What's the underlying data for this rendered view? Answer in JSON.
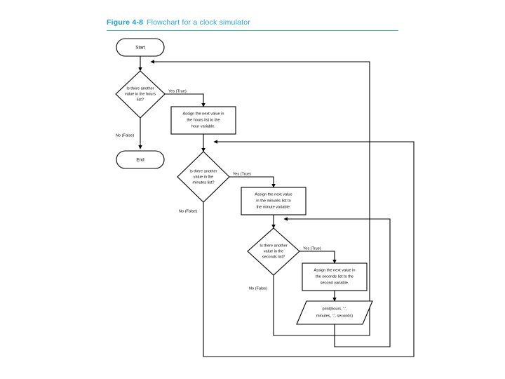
{
  "figure": {
    "label": "Figure 4-8",
    "caption": "Flowchart for a clock simulator",
    "label_color": "#1a9fd4",
    "caption_color": "#2aa8d8",
    "rule_color": "#3bb3de"
  },
  "flowchart": {
    "title": "Flowchart for a clock simulator",
    "background": "#ffffff",
    "line_color": "#000000",
    "shape_fill": "#ffffff",
    "nodes": {
      "start": {
        "type": "terminal",
        "label": "Start"
      },
      "end": {
        "type": "terminal",
        "label": "End"
      },
      "decision_hours": {
        "type": "decision",
        "line1": "Is there another",
        "line2": "value in the hours",
        "line3": "list?"
      },
      "process_hours": {
        "type": "process",
        "line1": "Assign the next value in",
        "line2": "the hours list to the",
        "line3": "hour variable."
      },
      "decision_minutes": {
        "type": "decision",
        "line1": "Is there another",
        "line2": "value in the",
        "line3": "minutes list?"
      },
      "process_minutes": {
        "type": "process",
        "line1": "Assign the next value",
        "line2": "in the minutes list to",
        "line3": "the minute variable."
      },
      "decision_seconds": {
        "type": "decision",
        "line1": "Is there another",
        "line2": "value in the",
        "line3": "seconds list?"
      },
      "process_seconds": {
        "type": "process",
        "line1": "Assign the next value in",
        "line2": "the seconds list to the",
        "line3": "second variable."
      },
      "output_print": {
        "type": "output",
        "line1": "print(hours, ':',",
        "line2": "minutes, ':', seconds)"
      }
    },
    "edge_labels": {
      "hours_yes": "Yes (True)",
      "hours_no": "No (False)",
      "minutes_yes": "Yes (True)",
      "minutes_no": "No (False)",
      "seconds_yes": "Yes (True)",
      "seconds_no": "No (False)"
    }
  }
}
